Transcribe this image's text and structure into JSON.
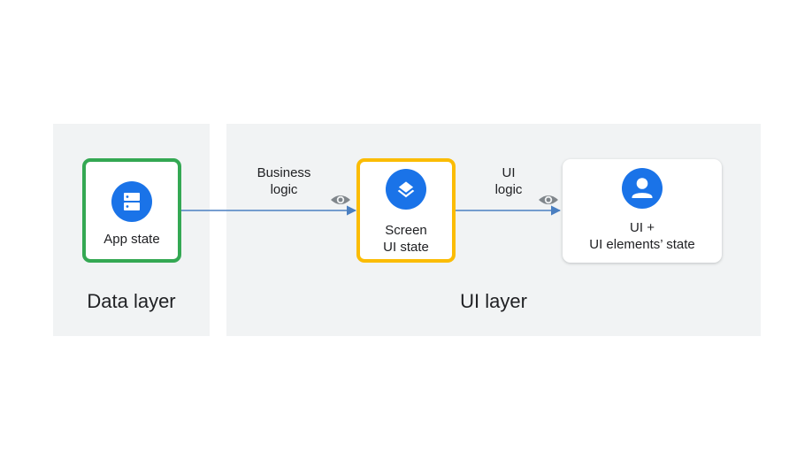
{
  "layers": {
    "data": "Data layer",
    "ui": "UI layer"
  },
  "nodes": {
    "app_state": {
      "label": "App state",
      "icon": "database-icon"
    },
    "screen_ui_state": {
      "line1": "Screen",
      "line2": "UI state",
      "icon": "layers-icon"
    },
    "ui_elements": {
      "line1": "UI +",
      "line2": "UI elements’ state",
      "icon": "person-icon"
    }
  },
  "edges": {
    "business_logic": {
      "line1": "Business",
      "line2": "logic",
      "icon": "eye-icon"
    },
    "ui_logic": {
      "line1": "UI",
      "line2": "logic",
      "icon": "eye-icon"
    }
  },
  "colors": {
    "panel": "#f1f3f4",
    "app_border": "#34a853",
    "screen_border": "#fbbc04",
    "icon_blue": "#1a73e8",
    "arrow": "#4a7fc1",
    "eye": "#80868b"
  }
}
